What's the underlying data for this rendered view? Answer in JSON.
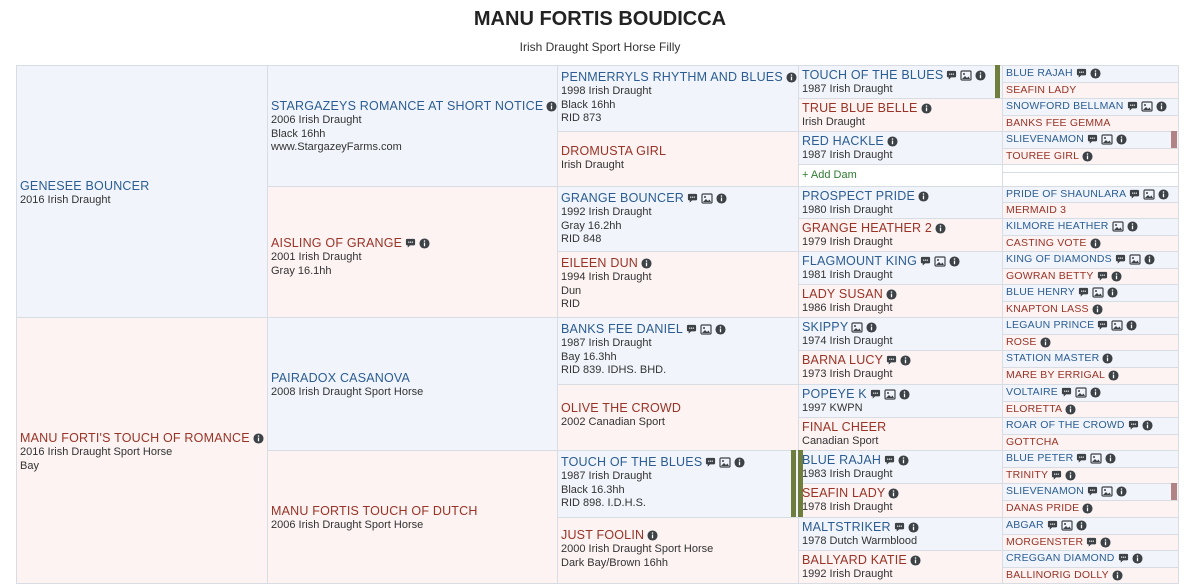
{
  "header": {
    "title": "MANU FORTIS BOUDICCA",
    "subtitle": "Irish Draught Sport Horse Filly"
  },
  "icons": {
    "comment": "comment-icon",
    "image": "image-icon",
    "info": "info-icon",
    "add": "plus-icon"
  },
  "colors": {
    "sire_text": "#2b5d94",
    "dam_text": "#9a3326",
    "sire_bg": "#f1f5fb",
    "dam_bg": "#fcf3f2",
    "duplicate_marker": "#6f7d3d",
    "add_link": "#2f7d32"
  },
  "pedigree": {
    "gen1": [
      {
        "name": "GENESEE BOUNCER",
        "lines": [
          "2016 Irish Draught"
        ],
        "sex": "m",
        "icons": []
      },
      {
        "name": "MANU FORTI'S TOUCH OF ROMANCE",
        "lines": [
          "2016 Irish Draught Sport Horse",
          "Bay"
        ],
        "sex": "f",
        "icons": [
          "info"
        ]
      }
    ],
    "gen2": [
      {
        "name": "STARGAZEYS ROMANCE AT SHORT NOTICE",
        "lines": [
          "2006 Irish Draught",
          "Black 16hh",
          "www.StargazeyFarms.com"
        ],
        "sex": "m",
        "icons": [
          "info"
        ]
      },
      {
        "name": "AISLING OF GRANGE",
        "lines": [
          "2001 Irish Draught",
          "Gray 16.1hh"
        ],
        "sex": "f",
        "icons": [
          "comment",
          "info"
        ]
      },
      {
        "name": "PAIRADOX CASANOVA",
        "lines": [
          "2008 Irish Draught Sport Horse"
        ],
        "sex": "m",
        "icons": []
      },
      {
        "name": "MANU FORTIS TOUCH OF DUTCH",
        "lines": [
          "2006 Irish Draught Sport Horse"
        ],
        "sex": "f",
        "icons": []
      }
    ],
    "gen3": [
      {
        "name": "PENMERRYLS RHYTHM AND BLUES",
        "lines": [
          "1998 Irish Draught",
          "Black 16hh",
          "RID 873"
        ],
        "sex": "m",
        "icons": [
          "info"
        ]
      },
      {
        "name": "DROMUSTA GIRL",
        "lines": [
          "Irish Draught"
        ],
        "sex": "f",
        "icons": []
      },
      {
        "name": "GRANGE BOUNCER",
        "lines": [
          "1992 Irish Draught",
          "Gray 16.2hh",
          "RID 848"
        ],
        "sex": "m",
        "icons": [
          "comment",
          "image",
          "info"
        ]
      },
      {
        "name": "EILEEN DUN",
        "lines": [
          "1994 Irish Draught",
          "Dun",
          "RID"
        ],
        "sex": "f",
        "icons": [
          "info"
        ]
      },
      {
        "name": "BANKS FEE DANIEL",
        "lines": [
          "1987 Irish Draught",
          "Bay 16.3hh",
          "RID 839. IDHS. BHD."
        ],
        "sex": "m",
        "icons": [
          "comment",
          "image",
          "info"
        ]
      },
      {
        "name": "OLIVE THE CROWD",
        "lines": [
          "2002 Canadian Sport"
        ],
        "sex": "f",
        "icons": []
      },
      {
        "name": "TOUCH OF THE BLUES",
        "lines": [
          "1987 Irish Draught",
          "Black 16.3hh",
          "RID 898. I.D.H.S."
        ],
        "sex": "m",
        "icons": [
          "comment",
          "image",
          "info"
        ]
      },
      {
        "name": "JUST FOOLIN",
        "lines": [
          "2000 Irish Draught Sport Horse",
          "Dark Bay/Brown 16hh"
        ],
        "sex": "f",
        "icons": [
          "info"
        ]
      }
    ],
    "gen4": [
      {
        "name": "TOUCH OF THE BLUES",
        "lines": [
          "1987 Irish Draught"
        ],
        "sex": "m",
        "icons": [
          "comment",
          "image",
          "info"
        ]
      },
      {
        "name": "TRUE BLUE BELLE",
        "lines": [
          "Irish Draught"
        ],
        "sex": "f",
        "icons": [
          "info"
        ]
      },
      {
        "name": "RED HACKLE",
        "lines": [
          "1987 Irish Draught"
        ],
        "sex": "m",
        "icons": [
          "info"
        ]
      },
      {
        "add": "Add Dam"
      },
      {
        "name": "PROSPECT PRIDE",
        "lines": [
          "1980 Irish Draught"
        ],
        "sex": "m",
        "icons": [
          "info"
        ]
      },
      {
        "name": "GRANGE HEATHER 2",
        "lines": [
          "1979 Irish Draught"
        ],
        "sex": "f",
        "icons": [
          "info"
        ]
      },
      {
        "name": "FLAGMOUNT KING",
        "lines": [
          "1981 Irish Draught"
        ],
        "sex": "m",
        "icons": [
          "comment",
          "image",
          "info"
        ]
      },
      {
        "name": "LADY SUSAN",
        "lines": [
          "1986 Irish Draught"
        ],
        "sex": "f",
        "icons": [
          "info"
        ]
      },
      {
        "name": "SKIPPY",
        "lines": [
          "1974 Irish Draught"
        ],
        "sex": "m",
        "icons": [
          "image",
          "info"
        ]
      },
      {
        "name": "BARNA LUCY",
        "lines": [
          "1973 Irish Draught"
        ],
        "sex": "f",
        "icons": [
          "comment",
          "info"
        ]
      },
      {
        "name": "POPEYE K",
        "lines": [
          "1997 KWPN"
        ],
        "sex": "m",
        "icons": [
          "comment",
          "image",
          "info"
        ]
      },
      {
        "name": "FINAL CHEER",
        "lines": [
          "Canadian Sport"
        ],
        "sex": "f",
        "icons": []
      },
      {
        "name": "BLUE RAJAH",
        "lines": [
          "1983 Irish Draught"
        ],
        "sex": "m",
        "icons": [
          "comment",
          "info"
        ]
      },
      {
        "name": "SEAFIN LADY",
        "lines": [
          "1978 Irish Draught"
        ],
        "sex": "f",
        "icons": [
          "info"
        ]
      },
      {
        "name": "MALTSTRIKER",
        "lines": [
          "1978 Dutch Warmblood"
        ],
        "sex": "m",
        "icons": [
          "comment",
          "info"
        ]
      },
      {
        "name": "BALLYARD KATIE",
        "lines": [
          "1992 Irish Draught"
        ],
        "sex": "f",
        "icons": [
          "info"
        ]
      }
    ],
    "gen5": [
      {
        "name": "BLUE RAJAH",
        "sex": "m",
        "icons": [
          "comment",
          "info"
        ]
      },
      {
        "name": "SEAFIN LADY",
        "sex": "f",
        "icons": []
      },
      {
        "name": "SNOWFORD BELLMAN",
        "sex": "m",
        "icons": [
          "comment",
          "image",
          "info"
        ]
      },
      {
        "name": "BANKS FEE GEMMA",
        "sex": "f",
        "icons": []
      },
      {
        "name": "SLIEVENAMON",
        "sex": "m",
        "icons": [
          "comment",
          "image",
          "info"
        ]
      },
      {
        "name": "TOUREE GIRL",
        "sex": "f",
        "icons": [
          "info"
        ]
      },
      {
        "empty": true
      },
      {
        "empty": true
      },
      {
        "name": "PRIDE OF SHAUNLARA",
        "sex": "m",
        "icons": [
          "comment",
          "image",
          "info"
        ]
      },
      {
        "name": "MERMAID 3",
        "sex": "f",
        "icons": []
      },
      {
        "name": "KILMORE HEATHER",
        "sex": "m",
        "icons": [
          "image",
          "info"
        ]
      },
      {
        "name": "CASTING VOTE",
        "sex": "f",
        "icons": [
          "info"
        ]
      },
      {
        "name": "KING OF DIAMONDS",
        "sex": "m",
        "icons": [
          "comment",
          "image",
          "info"
        ]
      },
      {
        "name": "GOWRAN BETTY",
        "sex": "f",
        "icons": [
          "comment",
          "info"
        ]
      },
      {
        "name": "BLUE HENRY",
        "sex": "m",
        "icons": [
          "comment",
          "image",
          "info"
        ]
      },
      {
        "name": "KNAPTON LASS",
        "sex": "f",
        "icons": [
          "info"
        ]
      },
      {
        "name": "LEGAUN PRINCE",
        "sex": "m",
        "icons": [
          "comment",
          "image",
          "info"
        ]
      },
      {
        "name": "ROSE",
        "sex": "f",
        "icons": [
          "info"
        ]
      },
      {
        "name": "STATION MASTER",
        "sex": "m",
        "icons": [
          "info"
        ]
      },
      {
        "name": "MARE BY ERRIGAL",
        "sex": "f",
        "icons": [
          "info"
        ]
      },
      {
        "name": "VOLTAIRE",
        "sex": "m",
        "icons": [
          "comment",
          "image",
          "info"
        ]
      },
      {
        "name": "ELORETTA",
        "sex": "f",
        "icons": [
          "info"
        ]
      },
      {
        "name": "ROAR OF THE CROWD",
        "sex": "m",
        "icons": [
          "comment",
          "info"
        ]
      },
      {
        "name": "GOTTCHA",
        "sex": "f",
        "icons": []
      },
      {
        "name": "BLUE PETER",
        "sex": "m",
        "icons": [
          "comment",
          "image",
          "info"
        ]
      },
      {
        "name": "TRINITY",
        "sex": "f",
        "icons": [
          "comment",
          "info"
        ]
      },
      {
        "name": "SLIEVENAMON",
        "sex": "m",
        "icons": [
          "comment",
          "image",
          "info"
        ]
      },
      {
        "name": "DANAS PRIDE",
        "sex": "f",
        "icons": [
          "info"
        ]
      },
      {
        "name": "ABGAR",
        "sex": "m",
        "icons": [
          "comment",
          "image",
          "info"
        ]
      },
      {
        "name": "MORGENSTER",
        "sex": "f",
        "icons": [
          "comment",
          "info"
        ]
      },
      {
        "name": "CREGGAN DIAMOND",
        "sex": "m",
        "icons": [
          "comment",
          "info"
        ]
      },
      {
        "name": "BALLINORIG DOLLY",
        "sex": "f",
        "icons": [
          "info"
        ]
      }
    ]
  }
}
